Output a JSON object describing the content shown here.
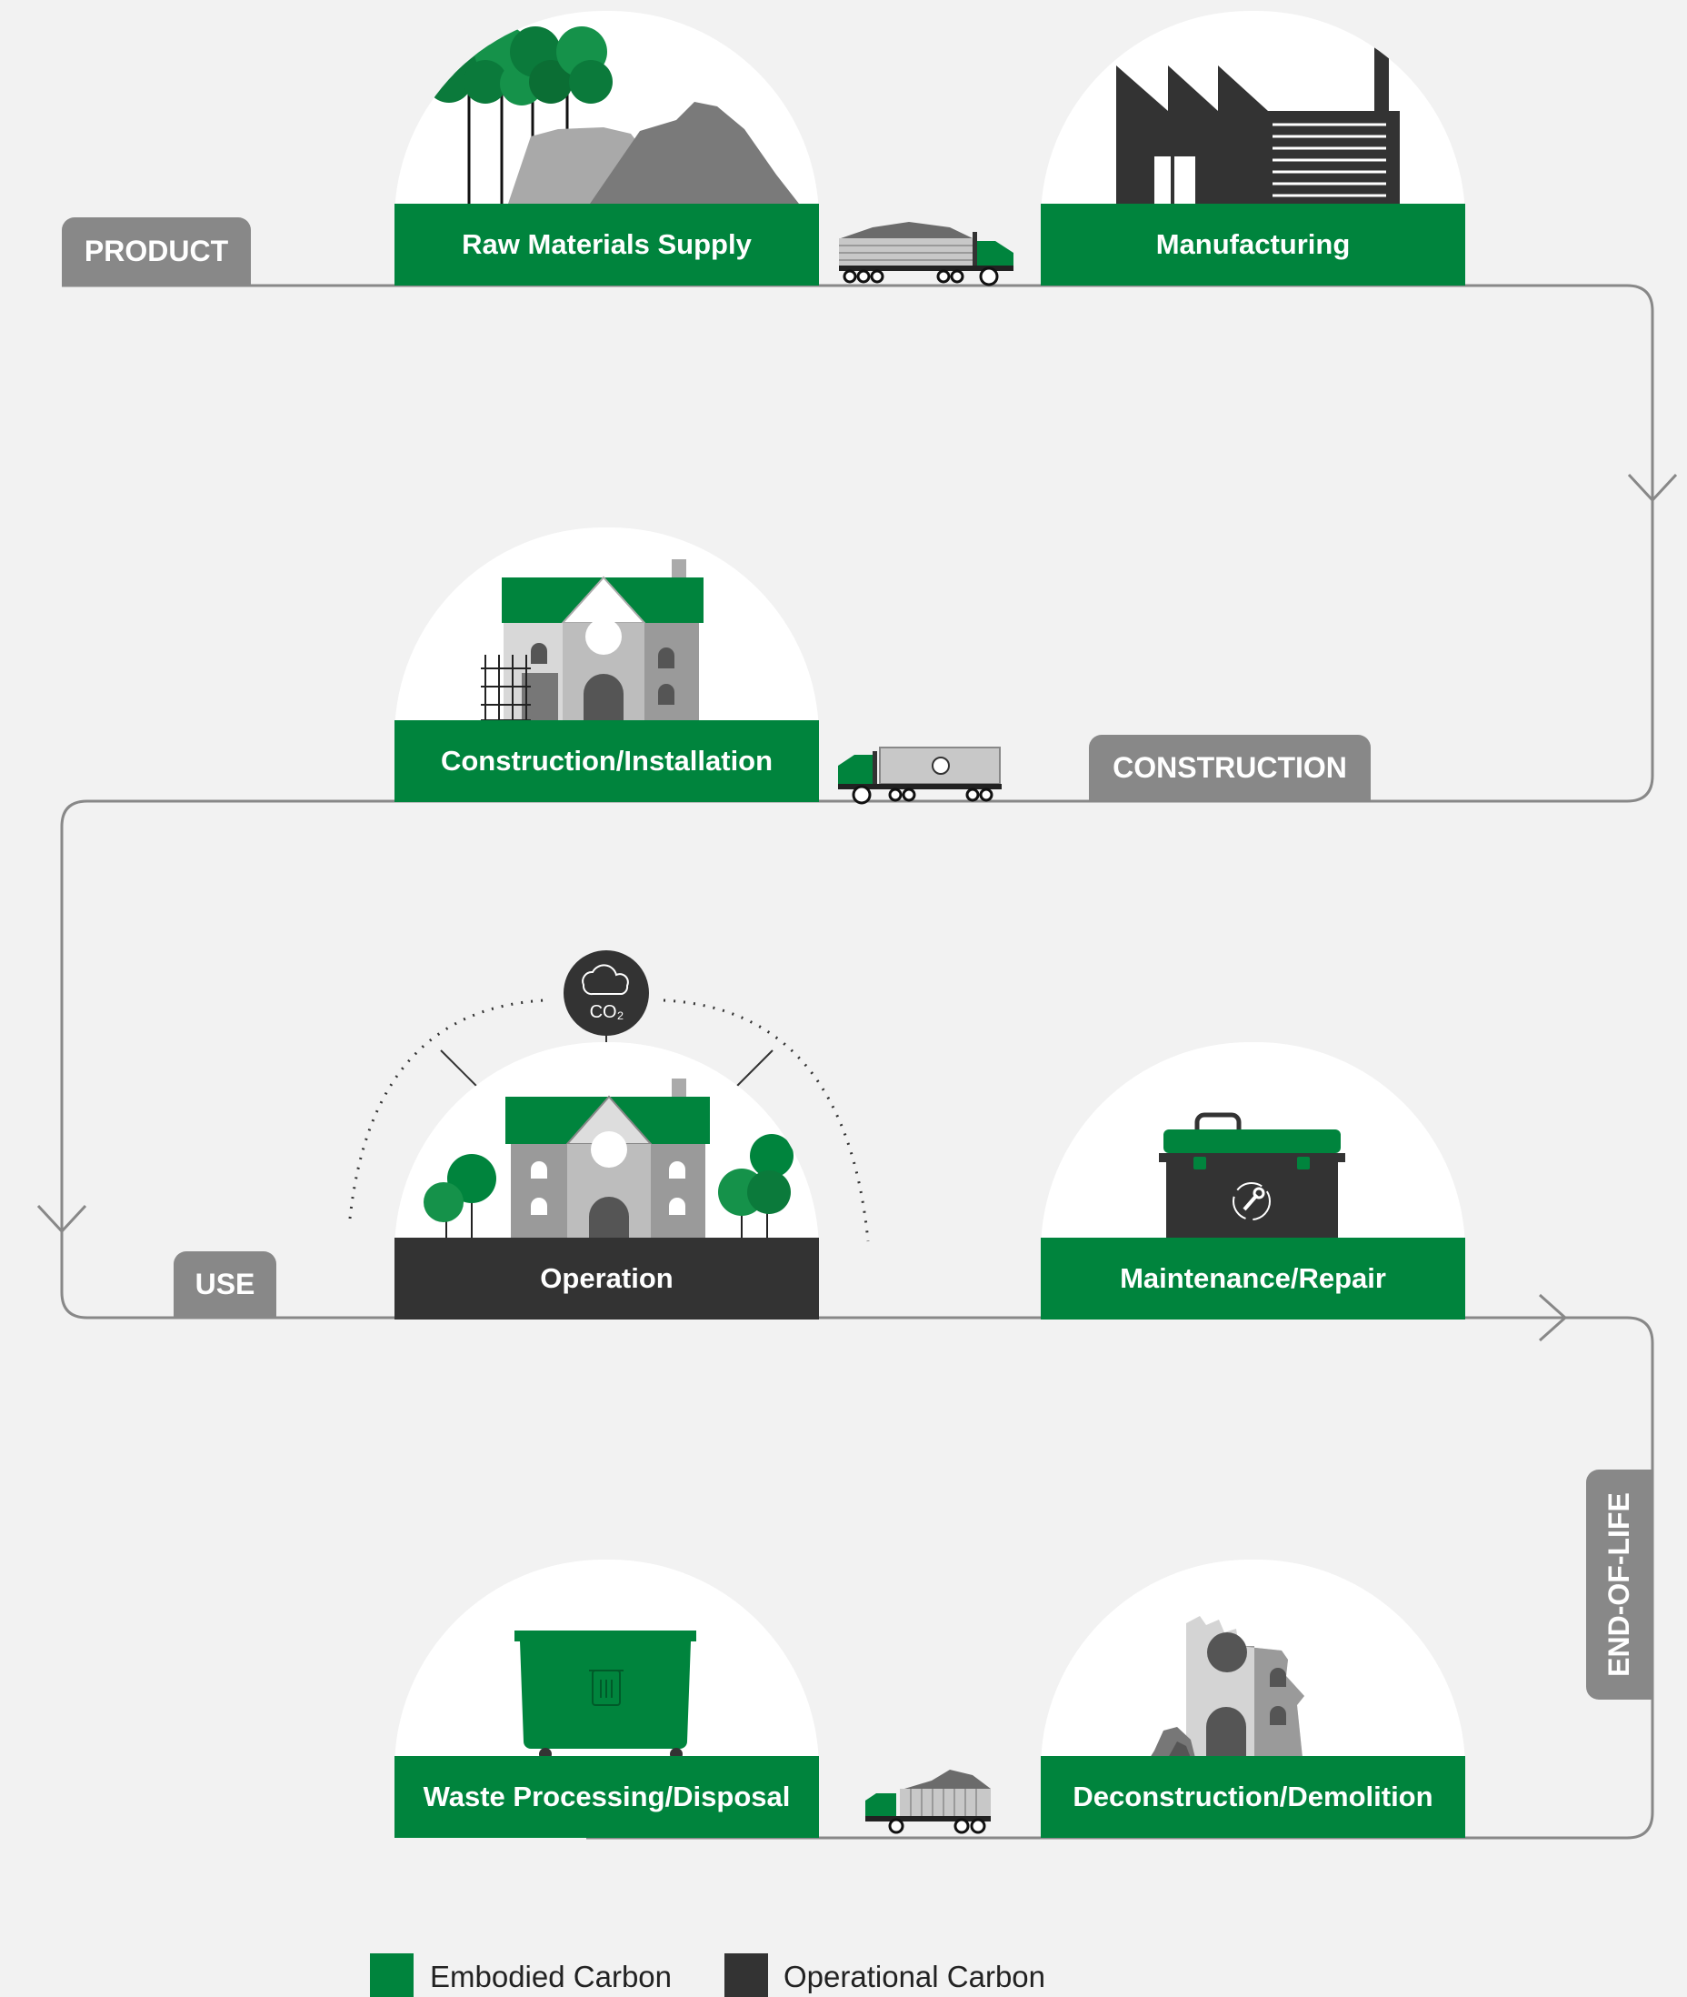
{
  "phases": {
    "product": "PRODUCT",
    "construction": "CONSTRUCTION",
    "use": "USE",
    "end_of_life": "END-OF-LIFE"
  },
  "stages": {
    "raw_materials": "Raw Materials Supply",
    "manufacturing": "Manufacturing",
    "construction_installation": "Construction/Installation",
    "operation": "Operation",
    "maintenance": "Maintenance/Repair",
    "waste": "Waste Processing/Disposal",
    "deconstruction": "Deconstruction/Demolition"
  },
  "co2_label": "CO₂",
  "legend": {
    "embodied": "Embodied Carbon",
    "operational": "Operational Carbon"
  },
  "colors": {
    "embodied": "#00843d",
    "operational": "#333333",
    "phase_tab": "#888888",
    "path": "#888888",
    "background": "#f2f2f2"
  }
}
